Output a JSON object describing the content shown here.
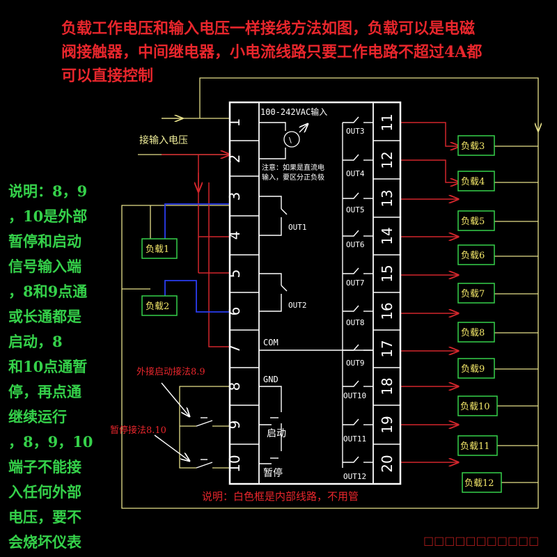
{
  "header_note": [
    "负载工作电压和输入电压一样接线方法如图，负载可以是电磁",
    "阀接触器，中间继电器，小电流线路只要工作电路不超过4A都",
    "可以直接控制"
  ],
  "side_note": [
    "说明：8，9",
    "，10是外部",
    "暂停和启动",
    "信号输入端",
    "，8和9点通",
    "或长通都是",
    "启动，8",
    "和10点通暂",
    "停，再点通",
    "继续运行",
    "，8，9，10",
    "端子不能接",
    "入任何外部",
    "电压，要不",
    "会烧坏仪表"
  ],
  "input_label": "接输入电压",
  "power_label": "100-242VAC输入",
  "dc_note": [
    "注意：如果是直流电",
    "输入，要区分正负极"
  ],
  "com_label": "COM",
  "gnd_label": "GND",
  "start_label": "启动",
  "pause_label": "暂停",
  "ext_start_label": "外接启动接法8.9",
  "pause_wiring_label": "暂停接法8.10",
  "footer_note": "说明：白色框是内部线路，不用管",
  "left_terminals": [
    "1",
    "2",
    "3",
    "4",
    "5",
    "6",
    "7",
    "8",
    "9",
    "10"
  ],
  "right_terminals": [
    "11",
    "12",
    "13",
    "14",
    "15",
    "16",
    "17",
    "18",
    "19",
    "20"
  ],
  "outputs_left": [
    "OUT1",
    "OUT2"
  ],
  "outputs_right": [
    "OUT3",
    "OUT4",
    "OUT5",
    "OUT6",
    "OUT7",
    "OUT8",
    "OUT9",
    "OUT10",
    "OUT11",
    "OUT12"
  ],
  "loads_left": [
    "负载1",
    "负载2"
  ],
  "loads_right": [
    "负载3",
    "负载4",
    "负载5",
    "负载6",
    "负载7",
    "负载8",
    "负载9",
    "负载10",
    "负载11",
    "负载12"
  ],
  "watermark": "□□□□□□□□□□□",
  "colors": {
    "note_red": "#e8262c",
    "note_green": "#35d14a",
    "load_yellow": "#f5e96a",
    "wire_blue": "#2a3df0"
  }
}
